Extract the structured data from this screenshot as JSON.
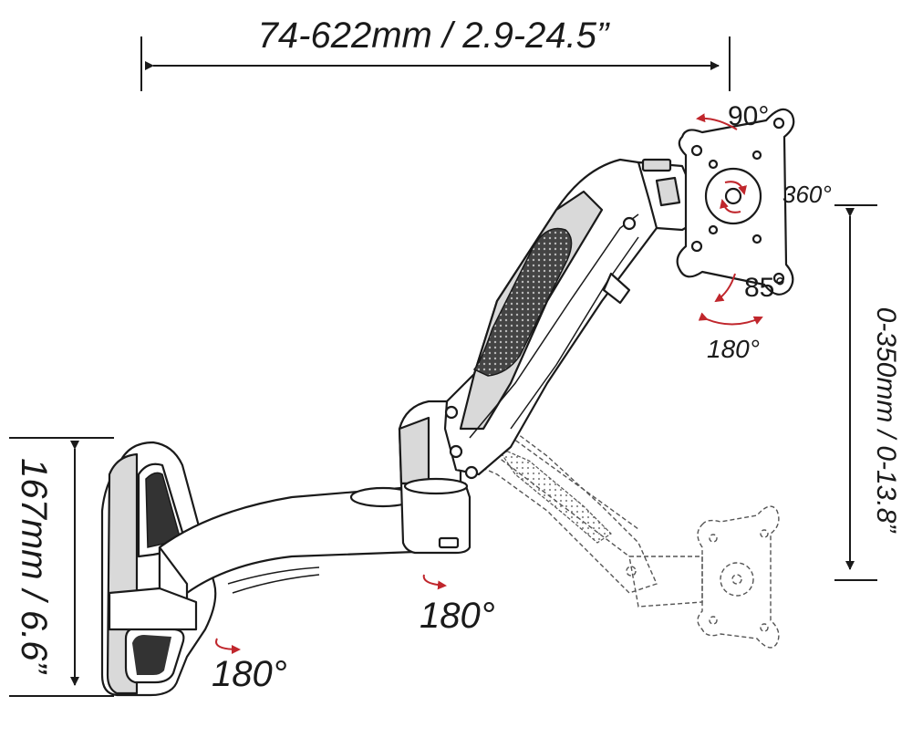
{
  "dimensions": {
    "top_span": "74-622mm / 2.9-24.5”",
    "right_height": "0-350mm / 0-13.8”",
    "left_height": "167mm / 6.6”"
  },
  "rotations": {
    "tilt": "90°",
    "rotate": "360°",
    "tilt_down": "85°",
    "swivel_head": "180°",
    "swivel_arm": "180°",
    "swivel_base": "180°"
  },
  "colors": {
    "ink": "#1a1a1a",
    "accent": "#c0262c"
  }
}
